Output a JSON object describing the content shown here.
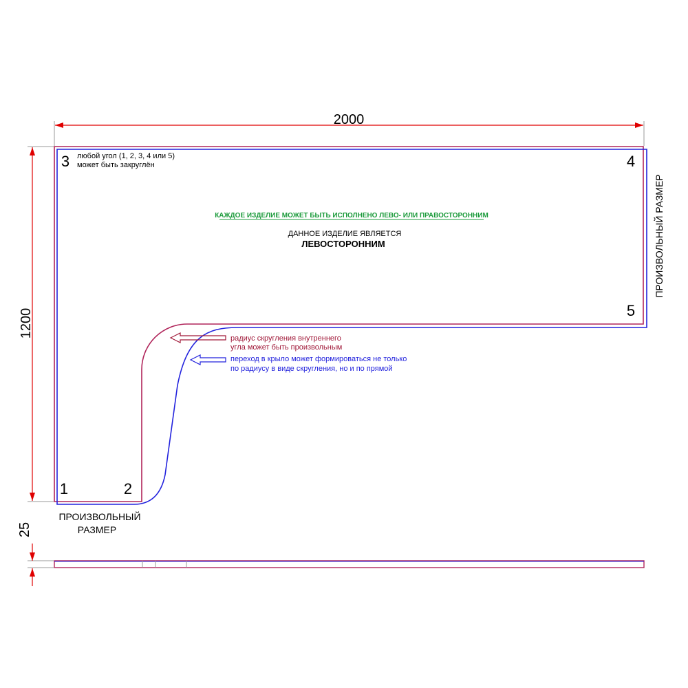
{
  "dimensions": {
    "width_label": "2000",
    "height_label": "1200",
    "thickness_label": "25"
  },
  "corners": {
    "c1": "1",
    "c2": "2",
    "c3": "3",
    "c4": "4",
    "c5": "5"
  },
  "notes": {
    "corner_note_line1": "любой угол (1, 2, 3, 4 или 5)",
    "corner_note_line2": "может быть закруглён",
    "green_heading": "КАЖДОЕ ИЗДЕЛИЕ МОЖЕТ БЫТЬ ИСПОЛНЕНО ЛЕВО- ИЛИ ПРАВОСТОРОННИМ",
    "product_line1": "ДАННОЕ ИЗДЕЛИЕ ЯВЛЯЕТСЯ",
    "product_line2": "ЛЕВОСТОРОННИМ",
    "radius_line1": "радиус скругления внутреннего",
    "radius_line2": "угла может быть произвольным",
    "transition_line1": "переход в крыло может формироваться не только",
    "transition_line2": "по радиусу в виде скругления, но и по прямой",
    "arbitrary_bottom_line1": "ПРОИЗВОЛЬНЫЙ",
    "arbitrary_bottom_line2": "РАЗМЕР",
    "arbitrary_right": "ПРОИЗВОЛЬНЫЙ РАЗМЕР"
  },
  "colors": {
    "magenta": "#b0245a",
    "blue": "#2222dd",
    "red": "#e00000",
    "green": "#1a9a3a",
    "dark_red": "#a01838",
    "gray": "#999999",
    "black": "#000000"
  }
}
